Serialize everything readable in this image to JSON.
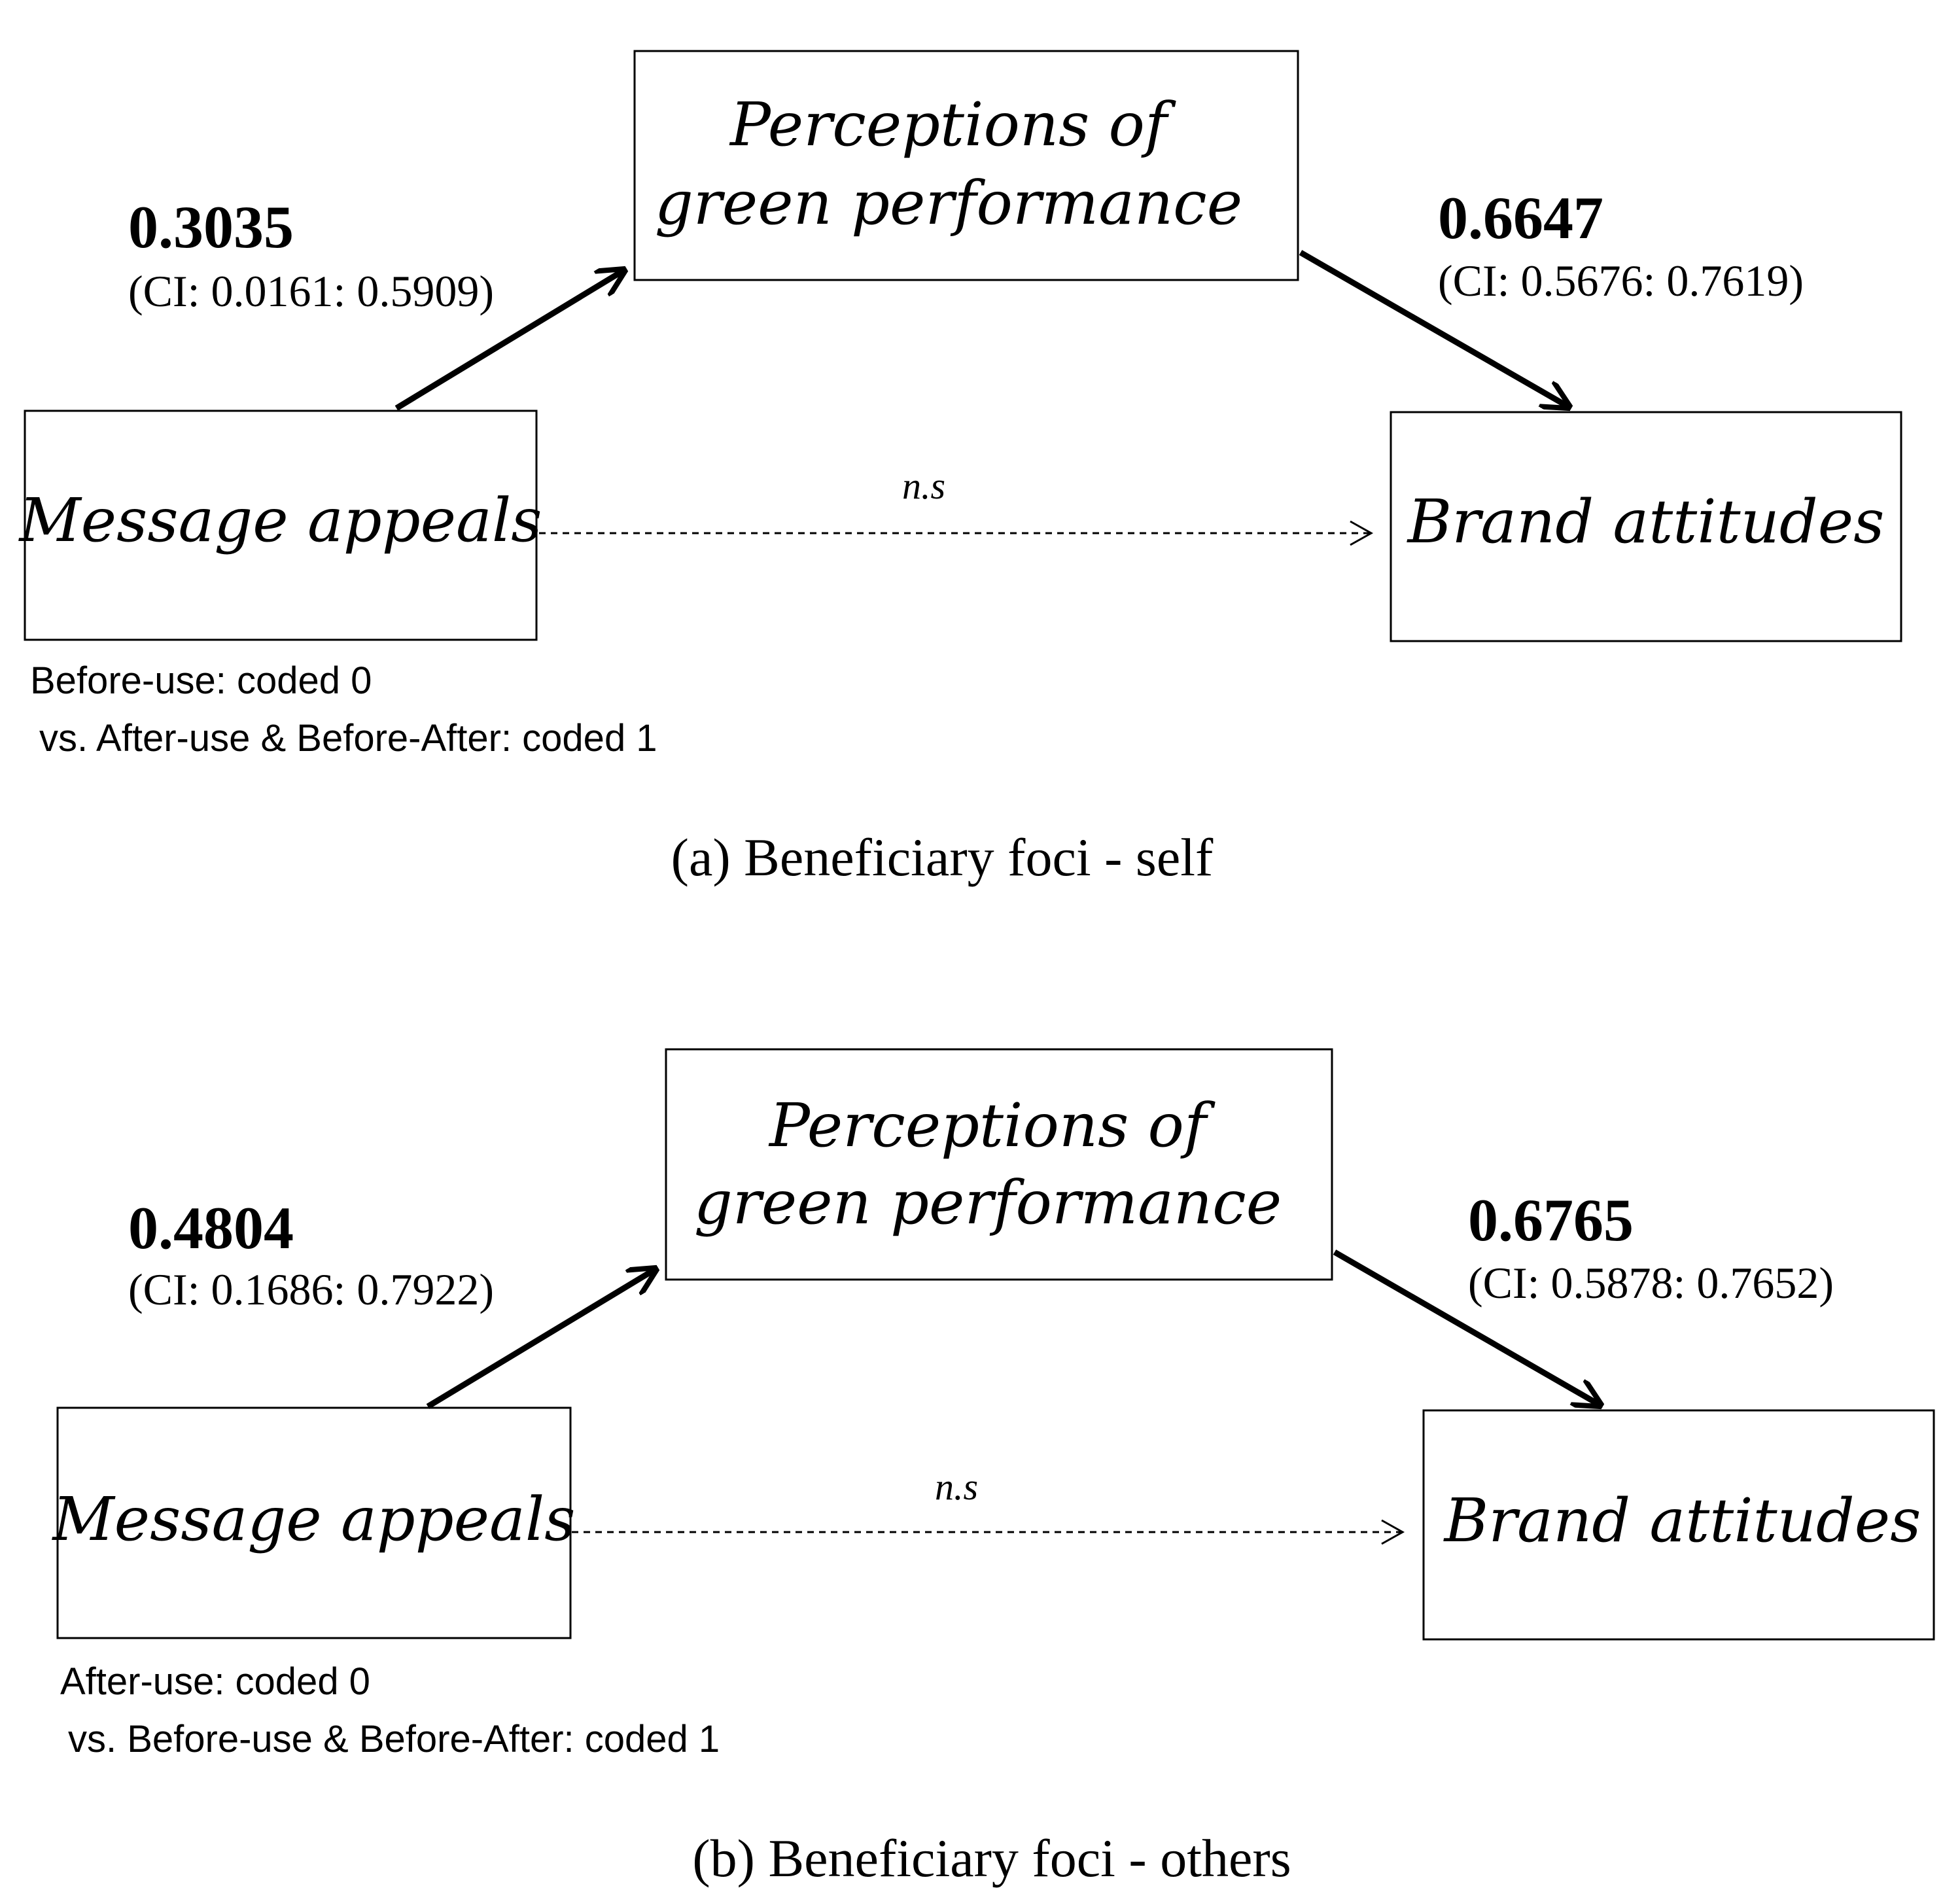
{
  "panels": [
    {
      "mediator": {
        "line1": "Perceptions of",
        "line2": "green performance"
      },
      "predictor": "Message appeals",
      "outcome": "Brand attitudes",
      "path_a": {
        "coef": "0.3035",
        "ci": "(CI: 0.0161: 0.5909)"
      },
      "path_b": {
        "coef": "0.6647",
        "ci": "(CI: 0.5676: 0.7619)"
      },
      "direct": "n.s",
      "coding": {
        "line1": "Before-use: coded 0",
        "line2": "vs. After-use & Before-After: coded 1"
      },
      "caption": "(a) Beneficiary foci - self"
    },
    {
      "mediator": {
        "line1": "Perceptions of",
        "line2": "green performance"
      },
      "predictor": "Message appeals",
      "outcome": "Brand attitudes",
      "path_a": {
        "coef": "0.4804",
        "ci": "(CI: 0.1686: 0.7922)"
      },
      "path_b": {
        "coef": "0.6765",
        "ci": "(CI: 0.5878: 0.7652)"
      },
      "direct": "n.s",
      "coding": {
        "line1": "After-use: coded 0",
        "line2": "vs. Before-use & Before-After: coded 1"
      },
      "caption": "(b) Beneficiary foci - others"
    }
  ]
}
